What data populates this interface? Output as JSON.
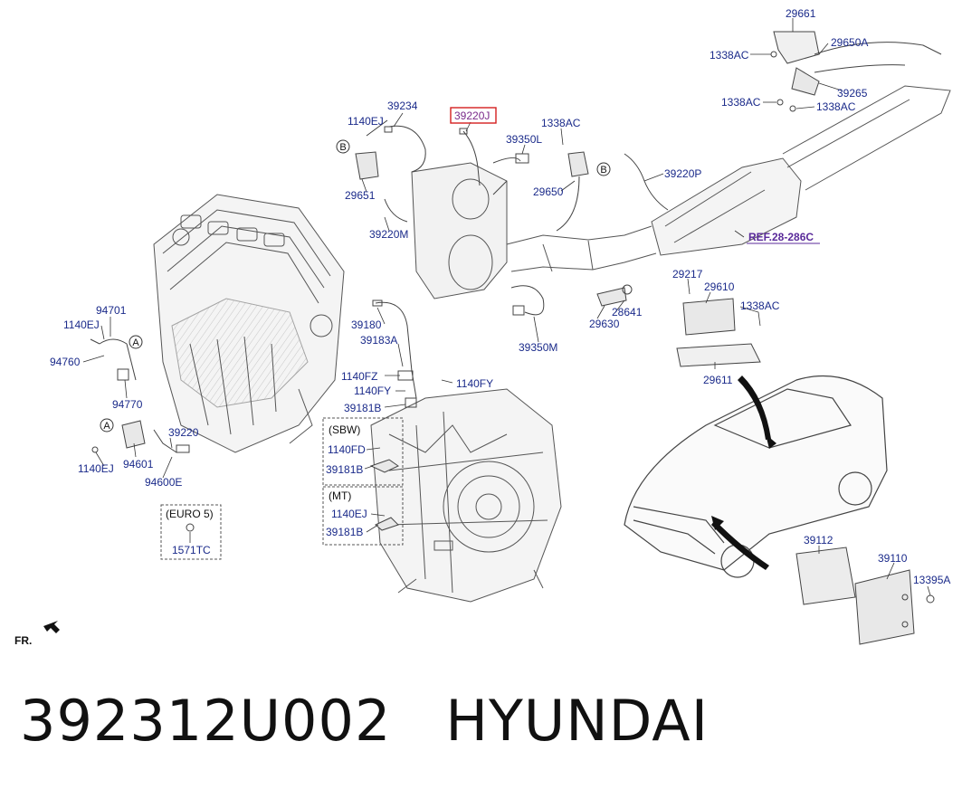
{
  "labels": {
    "l29661": "29661",
    "l29650A": "29650A",
    "l1338AC_a": "1338AC",
    "l1338AC_b": "1338AC",
    "l1338AC_c": "1338AC",
    "l1338AC_d": "1338AC",
    "l1338AC_e": "1338AC",
    "l39265": "39265",
    "l39234": "39234",
    "l39220J": "39220J",
    "l1140EJ_a": "1140EJ",
    "l39350L": "39350L",
    "l29651": "29651",
    "l29650": "29650",
    "l39220P": "39220P",
    "l39220M": "39220M",
    "lREF": "REF.28-286C",
    "l29217": "29217",
    "l29610": "29610",
    "l28641": "28641",
    "l29630": "29630",
    "l39350M": "39350M",
    "l29611": "29611",
    "l94701": "94701",
    "l1140EJ_b": "1140EJ",
    "l94760": "94760",
    "l94770": "94770",
    "l39180": "39180",
    "l39183A": "39183A",
    "l1140FZ": "1140FZ",
    "l1140FY_a": "1140FY",
    "l1140FY_b": "1140FY",
    "l39181B_a": "39181B",
    "lSBW": "(SBW)",
    "l1140FD": "1140FD",
    "l39181B_b": "39181B",
    "lMT": "(MT)",
    "l1140EJ_c": "1140EJ",
    "l39181B_c": "39181B",
    "l39220": "39220",
    "l94601": "94601",
    "l1140EJ_d": "1140EJ",
    "l94600E": "94600E",
    "lEURO5": "(EURO 5)",
    "l1571TC": "1571TC",
    "l39112": "39112",
    "l39110": "39110",
    "l13395A": "13395A",
    "lFR": "FR.",
    "cA1": "A",
    "cA2": "A",
    "cB1": "B",
    "cB2": "B"
  },
  "caption": {
    "part_number": "392312U002",
    "brand": "HYUNDAI"
  },
  "colors": {
    "label": "#1a2a8a",
    "highlight_box": "#d42020",
    "ref_label": "#5a2a9a",
    "line": "#333333"
  }
}
